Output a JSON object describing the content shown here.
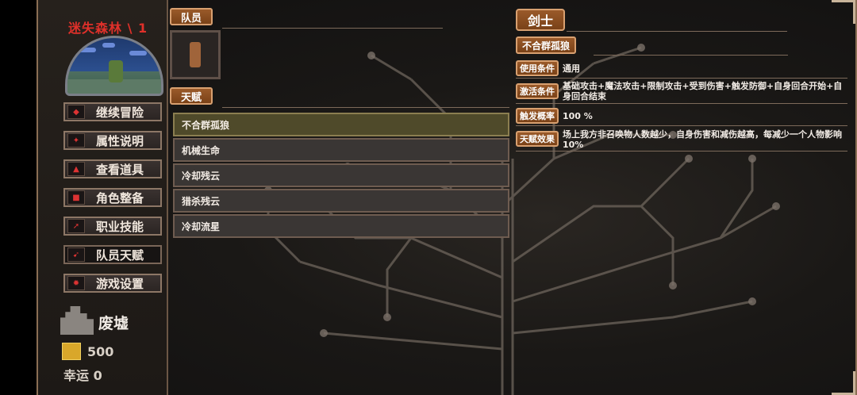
{
  "sidebar": {
    "location": "迷失森林 \\ 1",
    "menu": [
      {
        "label": "继续冒险",
        "icon": "map-icon"
      },
      {
        "label": "属性说明",
        "icon": "stats-icon"
      },
      {
        "label": "查看道具",
        "icon": "bag-icon"
      },
      {
        "label": "角色整备",
        "icon": "armor-icon"
      },
      {
        "label": "职业技能",
        "icon": "skill-icon"
      },
      {
        "label": "队员天赋",
        "icon": "talent-icon"
      },
      {
        "label": "游戏设置",
        "icon": "settings-icon"
      }
    ],
    "active_index": 5,
    "area_name": "废墟",
    "gold": "500",
    "luck": "幸运 0"
  },
  "party": {
    "tag": "队员"
  },
  "talents": {
    "tag": "天赋",
    "items": [
      "不合群孤狼",
      "机械生命",
      "冷却残云",
      "猎杀残云",
      "冷却流星"
    ],
    "selected_index": 0
  },
  "detail": {
    "class_name": "剑士",
    "talent_name": "不合群孤狼",
    "rows": [
      {
        "label": "使用条件",
        "value": "通用"
      },
      {
        "label": "激活条件",
        "value": "基础攻击+魔法攻击+限制攻击+受到伤害+触发防御+自身回合开始+自身回合结束"
      },
      {
        "label": "触发概率",
        "value": "100 %"
      },
      {
        "label": "天赋效果",
        "value": "场上我方非召唤物人数越少，自身伤害和减伤越高，每减少一个人物影响10%"
      }
    ]
  },
  "colors": {
    "location_red": "#e0302a",
    "tag_brown": "#8a4e20",
    "selected_row": "#4f4a2a"
  }
}
